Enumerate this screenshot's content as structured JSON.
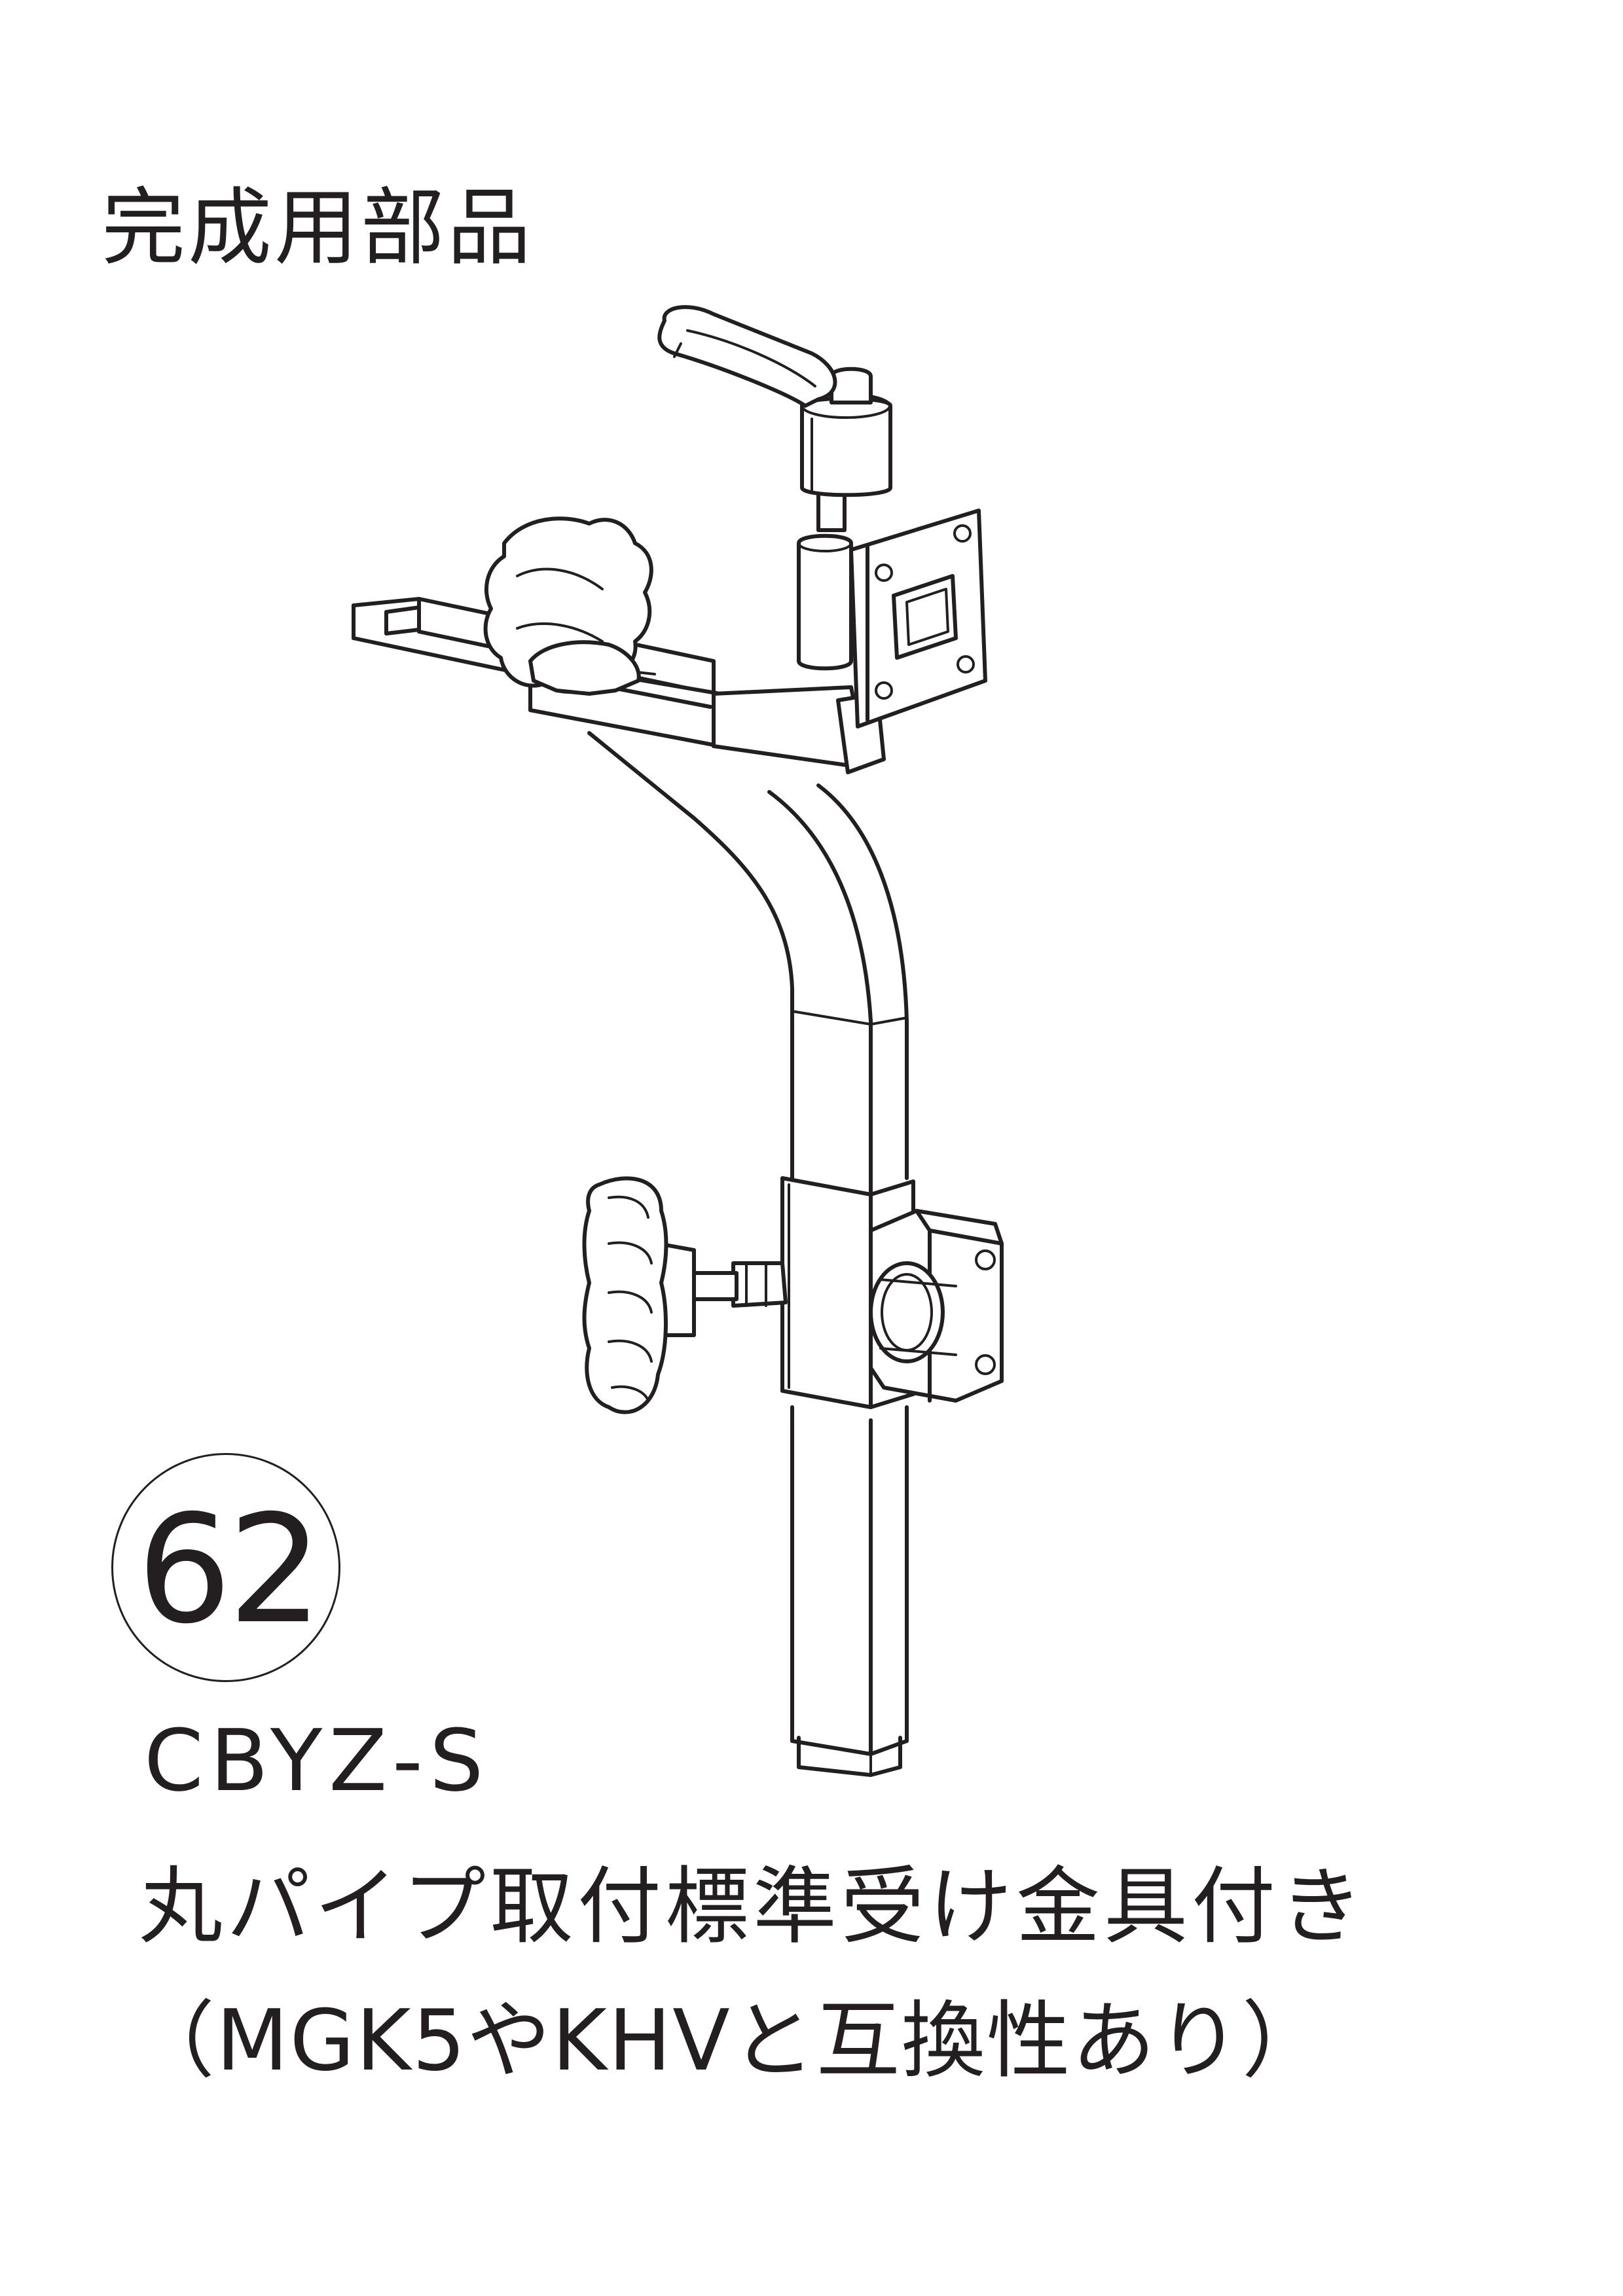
{
  "heading": "完成用部品",
  "item_number": "62",
  "model_code": "CBYZ-S",
  "description_line1": "丸パイプ取付標準受け金具付き",
  "description_line2": "（MGK5やKHVと互換性あり）",
  "illustration": {
    "subject": "CBYZ-S"
  }
}
